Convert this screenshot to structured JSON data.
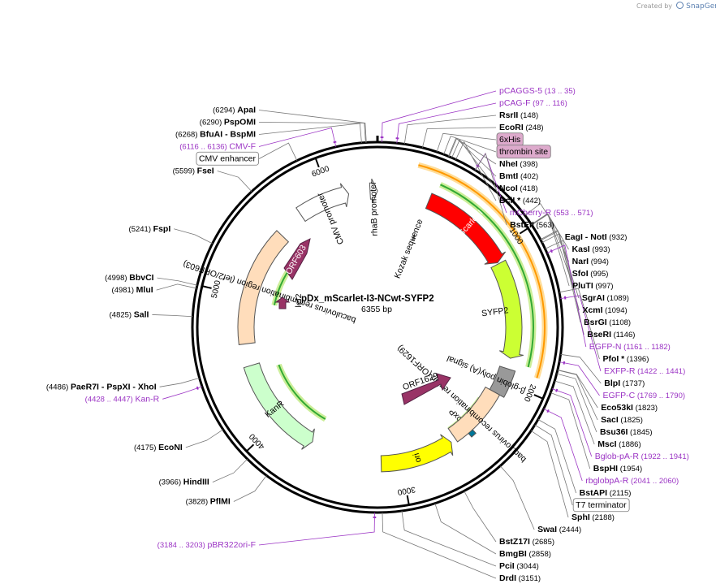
{
  "credit": {
    "prefix": "Created by",
    "brand": "SnapGene"
  },
  "plasmid": {
    "name": "pDx_mScarlet-I3-NCwt-SYFP2",
    "size_label": "6355 bp",
    "length": 6355
  },
  "ticks": [
    {
      "pos": 1000,
      "label": "1000"
    },
    {
      "pos": 2000,
      "label": "2000"
    },
    {
      "pos": 3000,
      "label": "3000"
    },
    {
      "pos": 4000,
      "label": "4000"
    },
    {
      "pos": 5000,
      "label": "5000"
    },
    {
      "pos": 6000,
      "label": "6000"
    }
  ],
  "enzymes": [
    {
      "id": "apai",
      "names": [
        "ApaI"
      ],
      "pos": "(6294)",
      "side": "left",
      "bp": 6294
    },
    {
      "id": "pspomi",
      "names": [
        "PspOMI"
      ],
      "pos": "(6290)",
      "side": "left",
      "bp": 6290
    },
    {
      "id": "bfuai-bspmi",
      "names": [
        "BfuAI",
        "BspMI"
      ],
      "pos": "(6268)",
      "side": "left",
      "bp": 6268
    },
    {
      "id": "fsei",
      "names": [
        "FseI"
      ],
      "pos": "(5599)",
      "side": "left",
      "bp": 5599
    },
    {
      "id": "fspi",
      "names": [
        "FspI"
      ],
      "pos": "(5241)",
      "side": "left",
      "bp": 5241
    },
    {
      "id": "bbvci",
      "names": [
        "BbvCI"
      ],
      "pos": "(4998)",
      "side": "left",
      "bp": 4998
    },
    {
      "id": "mlui",
      "names": [
        "MluI"
      ],
      "pos": "(4981)",
      "side": "left",
      "bp": 4981
    },
    {
      "id": "sali",
      "names": [
        "SalI"
      ],
      "pos": "(4825)",
      "side": "left",
      "bp": 4825
    },
    {
      "id": "paer7i-pspxi-xhoi",
      "names": [
        "PaeR7I",
        "PspXI",
        "XhoI"
      ],
      "pos": "(4486)",
      "side": "left",
      "bp": 4486
    },
    {
      "id": "econi",
      "names": [
        "EcoNI"
      ],
      "pos": "(4175)",
      "side": "left",
      "bp": 4175
    },
    {
      "id": "hindiii",
      "names": [
        "HindIII"
      ],
      "pos": "(3966)",
      "side": "left",
      "bp": 3966
    },
    {
      "id": "pflmi",
      "names": [
        "PflMI"
      ],
      "pos": "(3828)",
      "side": "left",
      "bp": 3828
    },
    {
      "id": "drdi",
      "names": [
        "DrdI"
      ],
      "pos": "(3151)",
      "side": "right",
      "bp": 3151
    },
    {
      "id": "pcii",
      "names": [
        "PciI"
      ],
      "pos": "(3044)",
      "side": "right",
      "bp": 3044
    },
    {
      "id": "bmgbi",
      "names": [
        "BmgBI"
      ],
      "pos": "(2858)",
      "side": "right",
      "bp": 2858
    },
    {
      "id": "bstz17i",
      "names": [
        "BstZ17I"
      ],
      "pos": "(2685)",
      "side": "right",
      "bp": 2685
    },
    {
      "id": "swai",
      "names": [
        "SwaI"
      ],
      "pos": "(2444)",
      "side": "right",
      "bp": 2444
    },
    {
      "id": "sphi",
      "names": [
        "SphI"
      ],
      "pos": "(2188)",
      "side": "right",
      "bp": 2188
    },
    {
      "id": "bstapi",
      "names": [
        "BstAPI"
      ],
      "pos": "(2115)",
      "side": "right",
      "bp": 2115
    },
    {
      "id": "bsphi",
      "names": [
        "BspHI"
      ],
      "pos": "(1954)",
      "side": "right",
      "bp": 1954
    },
    {
      "id": "msci",
      "names": [
        "MscI"
      ],
      "pos": "(1886)",
      "side": "right",
      "bp": 1886
    },
    {
      "id": "bsu36i",
      "names": [
        "Bsu36I"
      ],
      "pos": "(1845)",
      "side": "right",
      "bp": 1845
    },
    {
      "id": "saci",
      "names": [
        "SacI"
      ],
      "pos": "(1825)",
      "side": "right",
      "bp": 1825
    },
    {
      "id": "eco53ki",
      "names": [
        "Eco53kI"
      ],
      "pos": "(1823)",
      "side": "right",
      "bp": 1823
    },
    {
      "id": "blpi",
      "names": [
        "BlpI"
      ],
      "pos": "(1737)",
      "side": "right",
      "bp": 1737
    },
    {
      "id": "pfoi",
      "names": [
        "PfoI *"
      ],
      "pos": "(1396)",
      "side": "right",
      "bp": 1396
    },
    {
      "id": "bseri",
      "names": [
        "BseRI"
      ],
      "pos": "(1146)",
      "side": "right",
      "bp": 1146
    },
    {
      "id": "bsrgi",
      "names": [
        "BsrGI"
      ],
      "pos": "(1108)",
      "side": "right",
      "bp": 1108
    },
    {
      "id": "xcmi",
      "names": [
        "XcmI"
      ],
      "pos": "(1094)",
      "side": "right",
      "bp": 1094
    },
    {
      "id": "sgrai",
      "names": [
        "SgrAI"
      ],
      "pos": "(1089)",
      "side": "right",
      "bp": 1089
    },
    {
      "id": "pluti",
      "names": [
        "PluTI"
      ],
      "pos": "(997)",
      "side": "right",
      "bp": 997
    },
    {
      "id": "sfoi",
      "names": [
        "SfoI"
      ],
      "pos": "(995)",
      "side": "right",
      "bp": 995
    },
    {
      "id": "nari",
      "names": [
        "NarI"
      ],
      "pos": "(994)",
      "side": "right",
      "bp": 994
    },
    {
      "id": "kasi",
      "names": [
        "KasI"
      ],
      "pos": "(993)",
      "side": "right",
      "bp": 993
    },
    {
      "id": "eagi-noti",
      "names": [
        "EagI",
        "NotI"
      ],
      "pos": "(932)",
      "side": "right",
      "bp": 932
    },
    {
      "id": "bsteii",
      "names": [
        "BstEII"
      ],
      "pos": "(563)",
      "side": "right",
      "bp": 563
    },
    {
      "id": "bcli",
      "names": [
        "BclI *"
      ],
      "pos": "(442)",
      "side": "right",
      "bp": 442
    },
    {
      "id": "ncoi",
      "names": [
        "NcoI"
      ],
      "pos": "(418)",
      "side": "right",
      "bp": 418
    },
    {
      "id": "bmti",
      "names": [
        "BmtI"
      ],
      "pos": "(402)",
      "side": "right",
      "bp": 402
    },
    {
      "id": "nhei",
      "names": [
        "NheI"
      ],
      "pos": "(398)",
      "side": "right",
      "bp": 398
    },
    {
      "id": "ecori",
      "names": [
        "EcoRI"
      ],
      "pos": "(248)",
      "side": "right",
      "bp": 248
    },
    {
      "id": "rsrii",
      "names": [
        "RsrII"
      ],
      "pos": "(148)",
      "side": "right",
      "bp": 148
    }
  ],
  "primers": [
    {
      "id": "cmv-f",
      "name": "CMV-F",
      "range": "(6116 .. 6136)",
      "side": "left",
      "bp": 6126
    },
    {
      "id": "kan-r",
      "name": "Kan-R",
      "range": "(4428 .. 4447)",
      "side": "left",
      "bp": 4437
    },
    {
      "id": "pbr322ori-f",
      "name": "pBR322ori-F",
      "range": "(3184 .. 3203)",
      "side": "left",
      "bp": 3193
    },
    {
      "id": "pcaggs-5",
      "name": "pCAGGS-5",
      "range": "(13 .. 35)",
      "side": "right",
      "bp": 24
    },
    {
      "id": "pcag-f",
      "name": "pCAG-F",
      "range": "(97 .. 116)",
      "side": "right",
      "bp": 106
    },
    {
      "id": "mcherry-r",
      "name": "mCherry-R",
      "range": "(553 .. 571)",
      "side": "right",
      "bp": 562
    },
    {
      "id": "egfp-n",
      "name": "EGFP-N",
      "range": "(1161 .. 1182)",
      "side": "right",
      "bp": 1171
    },
    {
      "id": "exfp-r",
      "name": "EXFP-R",
      "range": "(1422 .. 1441)",
      "side": "right",
      "bp": 1431
    },
    {
      "id": "egfp-c",
      "name": "EGFP-C",
      "range": "(1769 .. 1790)",
      "side": "right",
      "bp": 1779
    },
    {
      "id": "bglob-pa-r",
      "name": "Bglob-pA-R",
      "range": "(1922 .. 1941)",
      "side": "right",
      "bp": 1931
    },
    {
      "id": "rbglobpa-r",
      "name": "rbglobpA-R",
      "range": "(2041 .. 2060)",
      "side": "right",
      "bp": 2050
    }
  ],
  "boxed_features": [
    {
      "id": "cmv-enhancer",
      "label": "CMV enhancer",
      "style": "plain",
      "bp": 5900
    },
    {
      "id": "6xhis",
      "label": "6xHis",
      "style": "pink",
      "bp": 330
    },
    {
      "id": "thrombin-site",
      "label": "thrombin site",
      "style": "pink",
      "bp": 370
    },
    {
      "id": "t7-terminator",
      "label": "T7 terminator",
      "style": "plain",
      "bp": 2150
    }
  ],
  "features": [
    {
      "id": "mscarlet-i",
      "label": "mScarlet-I",
      "start": 390,
      "end": 1090,
      "dir": 1,
      "fill": "#ff0000",
      "ring": "orf",
      "label_inside": true
    },
    {
      "id": "syfp2",
      "label": "SYFP2",
      "start": 1100,
      "end": 1820,
      "dir": 1,
      "fill": "#ccff33",
      "ring": "orf",
      "label_inside": false
    },
    {
      "id": "beta-globin",
      "label": "β-globin poly(A) signal",
      "start": 1900,
      "end": 2100,
      "dir": 0,
      "fill": "#999999",
      "ring": "orf"
    },
    {
      "id": "ori",
      "label": "ori",
      "start": 2600,
      "end": 3150,
      "dir": -1,
      "fill": "#ffff00",
      "ring": "orf",
      "label_inside": true
    },
    {
      "id": "kanr",
      "label": "KanR",
      "start": 3700,
      "end": 4470,
      "dir": -1,
      "fill": "#ccffcc",
      "ring": "mid",
      "label_inside": true
    },
    {
      "id": "cmv-promoter",
      "label": "CMV promoter",
      "start": 5750,
      "end": 6140,
      "dir": 1,
      "fill": "#ffffff",
      "ring": "orf",
      "label_inside": false
    },
    {
      "id": "rhab-promoter",
      "label": "rhaB promoter",
      "start": 6300,
      "end": 6355,
      "dir": 1,
      "fill": "#ffffff",
      "ring": "orf",
      "label_inside": false
    },
    {
      "id": "kozak",
      "label": "Kozak sequence",
      "start": 380,
      "end": 392,
      "dir": 0,
      "fill": "#999999",
      "ring": "inner",
      "label_inside": false
    },
    {
      "id": "loxp",
      "label": "loxP",
      "start": 2420,
      "end": 2460,
      "dir": 0,
      "fill": "#007799",
      "ring": "orf",
      "label_inside": false
    },
    {
      "id": "bac-rec-1629",
      "label": "baculovirus recombination region (ORF1629)",
      "start": 2100,
      "end": 2560,
      "dir": 0,
      "fill": "#ffddbb",
      "ring": "mid"
    },
    {
      "id": "bac-rec-lef2",
      "label": "baculovirus recombination region (lef2/ORF603)",
      "start": 4640,
      "end": 5540,
      "dir": 0,
      "fill": "#ffddbb",
      "ring": "mid"
    }
  ],
  "inner_orfs": [
    {
      "id": "orf603",
      "label": "ORF603",
      "fill": "#993366"
    },
    {
      "id": "lef2",
      "label": "lef2",
      "fill": "#993366"
    },
    {
      "id": "orf1629",
      "label": "ORF1629",
      "fill": "#993366"
    }
  ],
  "colors": {
    "backbone": "#000000",
    "primer": "#9b34c4",
    "orf_outline_green": "#33aa33",
    "orf_outline_orange": "#ff9900",
    "pink_box": "#ddaacc"
  }
}
